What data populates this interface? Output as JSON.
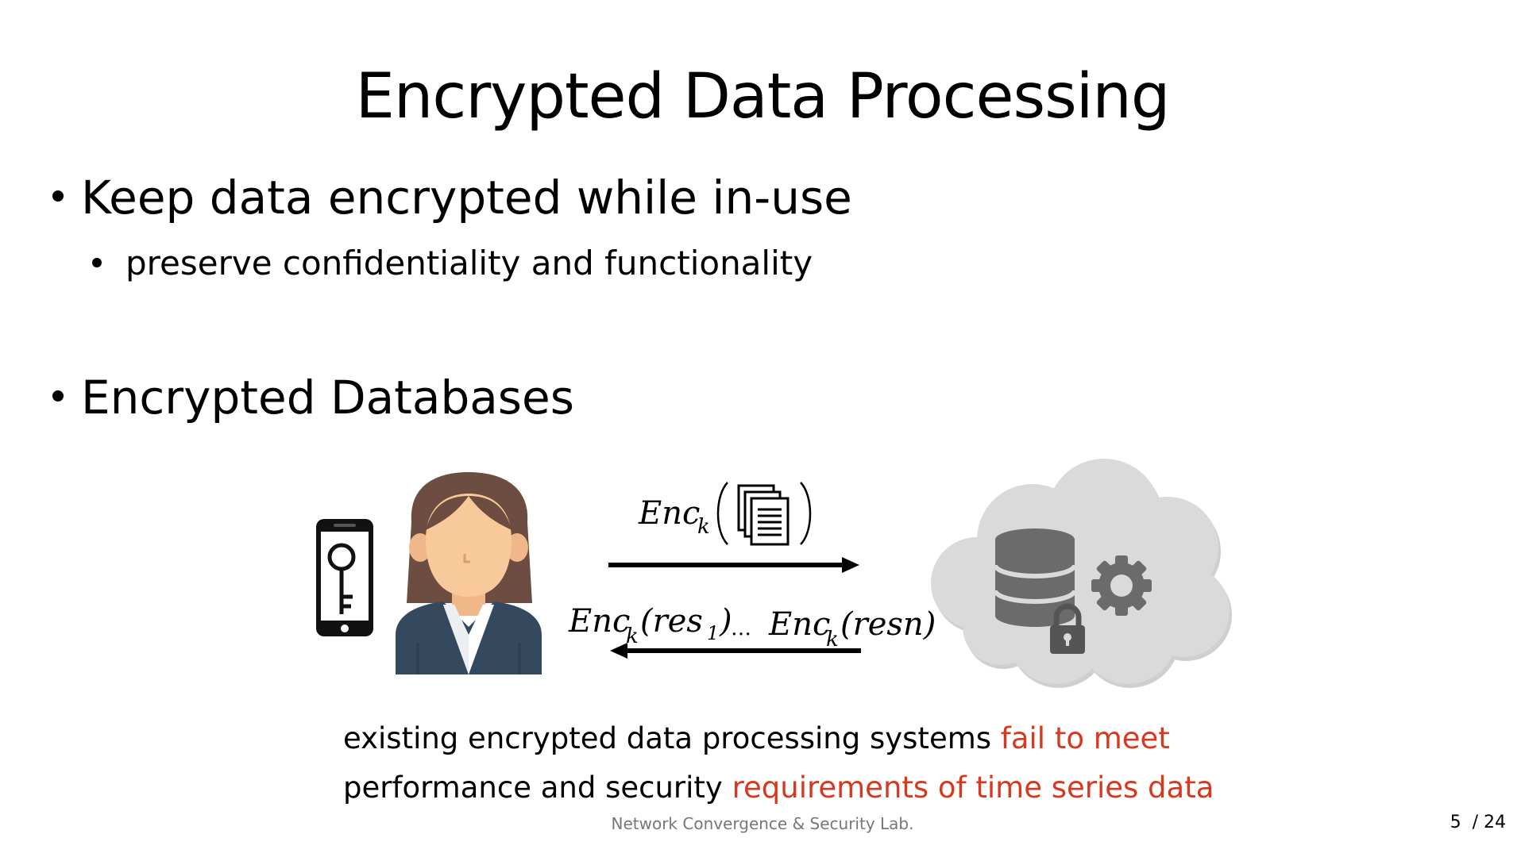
{
  "slide": {
    "title": "Encrypted Data Processing",
    "bullets": [
      {
        "text": "Keep data encrypted while in-use",
        "sub": [
          "preserve confidentiality and functionality"
        ]
      },
      {
        "text": "Encrypted Databases",
        "sub": []
      }
    ]
  },
  "diagram": {
    "upload_label": "Enc",
    "upload_sub": "k",
    "result_left": {
      "main": "Enc",
      "sub": "k",
      "arg": "(res",
      "arg_sub": "1",
      "close": ")"
    },
    "ellipsis": "…",
    "result_right": {
      "main": "Enc",
      "sub": "k",
      "arg": "(resn)"
    },
    "icons": [
      "phone-key-icon",
      "user-avatar-icon",
      "documents-icon",
      "cloud-icon",
      "database-icon",
      "gear-icon",
      "lock-icon"
    ]
  },
  "caption": {
    "line1_black": "existing encrypted data processing systems ",
    "line1_red": "fail to meet",
    "line2_black": "performance and security ",
    "line2_red": "requirements of time series data"
  },
  "footer": {
    "lab": "Network Convergence & Security Lab.",
    "page": "5",
    "total": "/ 24"
  },
  "colors": {
    "accent_red": "#d9381e",
    "cloud": "#d6d6d6",
    "db": "#6b6b6b",
    "jacket": "#34495e",
    "hair": "#6d4c41",
    "skin": "#f8c99a"
  }
}
